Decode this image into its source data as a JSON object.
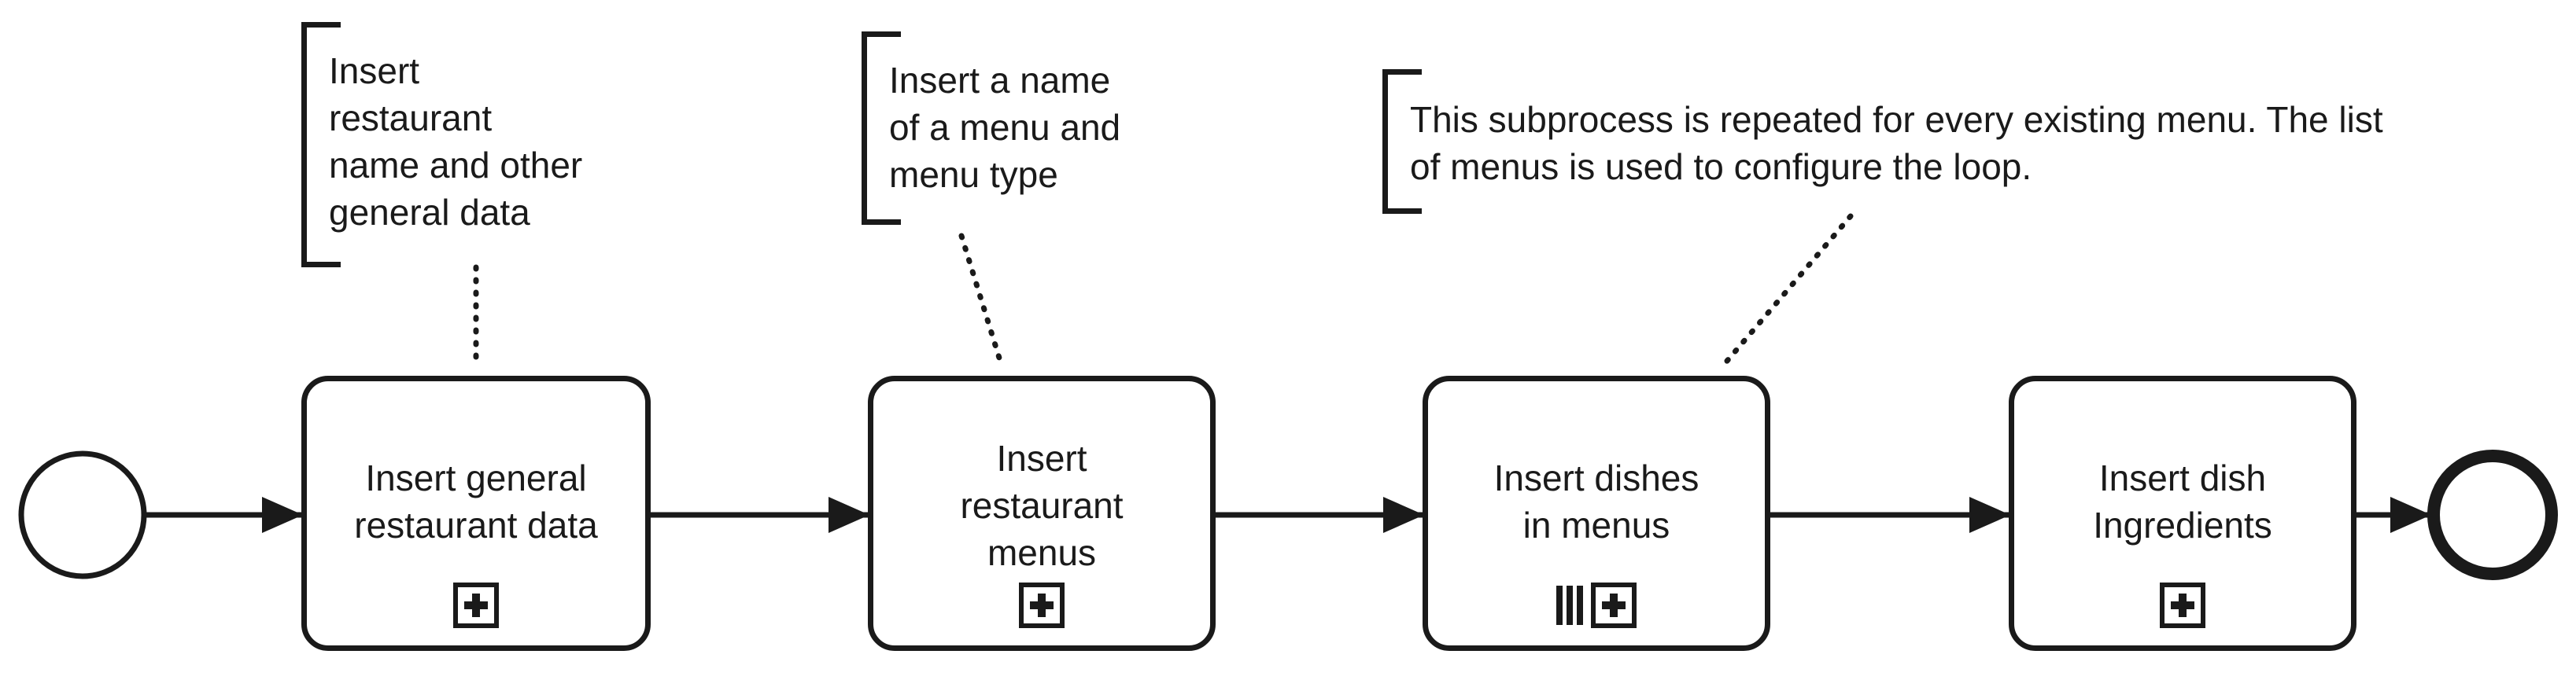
{
  "tasks": [
    {
      "label": "Insert general\nrestaurant data"
    },
    {
      "label": "Insert\nrestaurant\nmenus"
    },
    {
      "label": "Insert dishes\nin menus"
    },
    {
      "label": "Insert dish\nIngredients"
    }
  ],
  "annotations": [
    {
      "text": "Insert\nrestaurant\nname and other\ngeneral data"
    },
    {
      "text": "Insert a name\nof a menu and\nmenu type"
    },
    {
      "text": "This subprocess is repeated for every existing menu. The list\nof menus is used to configure the loop."
    }
  ],
  "colors": {
    "stroke": "#1a1a1a",
    "background": "#ffffff"
  },
  "icons": {
    "start": "start-event-circle-icon",
    "end": "end-event-thick-circle-icon",
    "subprocess": "collapsed-subprocess-plus-icon",
    "loop": "multi-instance-parallel-icon"
  }
}
